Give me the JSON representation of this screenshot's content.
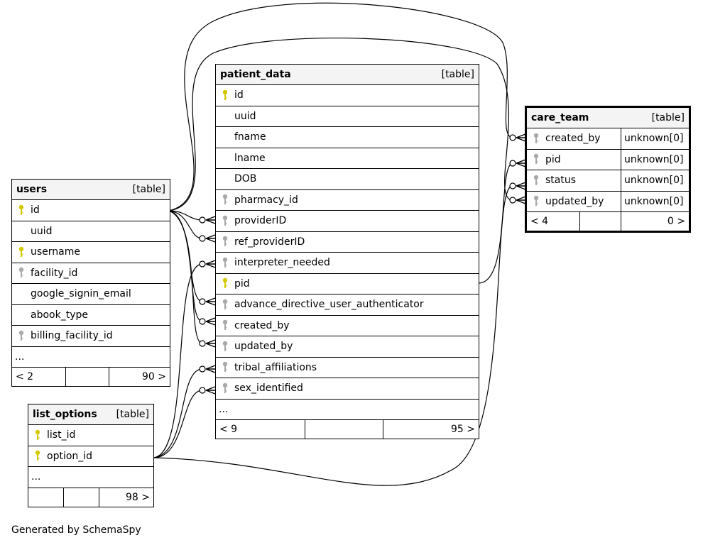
{
  "tables": {
    "users": {
      "name": "users",
      "kind": "[table]",
      "columns": [
        {
          "name": "id",
          "key": "primary"
        },
        {
          "name": "uuid",
          "key": "none"
        },
        {
          "name": "username",
          "key": "primary"
        },
        {
          "name": "facility_id",
          "key": "foreign"
        },
        {
          "name": "google_signin_email",
          "key": "none"
        },
        {
          "name": "abook_type",
          "key": "none"
        },
        {
          "name": "billing_facility_id",
          "key": "foreign"
        }
      ],
      "more": "...",
      "footer": {
        "parents": "< 2",
        "middle": "",
        "children": "90 >"
      }
    },
    "patient_data": {
      "name": "patient_data",
      "kind": "[table]",
      "columns": [
        {
          "name": "id",
          "key": "primary"
        },
        {
          "name": "uuid",
          "key": "none"
        },
        {
          "name": "fname",
          "key": "none"
        },
        {
          "name": "lname",
          "key": "none"
        },
        {
          "name": "DOB",
          "key": "none"
        },
        {
          "name": "pharmacy_id",
          "key": "foreign"
        },
        {
          "name": "providerID",
          "key": "foreign"
        },
        {
          "name": "ref_providerID",
          "key": "foreign"
        },
        {
          "name": "interpreter_needed",
          "key": "foreign"
        },
        {
          "name": "pid",
          "key": "primary"
        },
        {
          "name": "advance_directive_user_authenticator",
          "key": "foreign"
        },
        {
          "name": "created_by",
          "key": "foreign"
        },
        {
          "name": "updated_by",
          "key": "foreign"
        },
        {
          "name": "tribal_affiliations",
          "key": "foreign"
        },
        {
          "name": "sex_identified",
          "key": "foreign"
        }
      ],
      "more": "...",
      "footer": {
        "parents": "< 9",
        "middle": "",
        "children": "95 >"
      }
    },
    "care_team": {
      "name": "care_team",
      "kind": "[table]",
      "columns": [
        {
          "name": "created_by",
          "key": "foreign",
          "type": "unknown[0]"
        },
        {
          "name": "pid",
          "key": "foreign",
          "type": "unknown[0]"
        },
        {
          "name": "status",
          "key": "foreign",
          "type": "unknown[0]"
        },
        {
          "name": "updated_by",
          "key": "foreign",
          "type": "unknown[0]"
        }
      ],
      "footer": {
        "parents": "< 4",
        "middle": "",
        "children": "0 >"
      }
    },
    "list_options": {
      "name": "list_options",
      "kind": "[table]",
      "columns": [
        {
          "name": "list_id",
          "key": "primary"
        },
        {
          "name": "option_id",
          "key": "primary"
        }
      ],
      "more": "...",
      "footer": {
        "parents": "",
        "middle": "",
        "children": "98 >"
      }
    }
  },
  "colors": {
    "primary_key": "#d4c800",
    "foreign_key": "#a9a9a9",
    "header_bg": "#f4f4f4"
  },
  "footer_note": "Generated by SchemaSpy"
}
